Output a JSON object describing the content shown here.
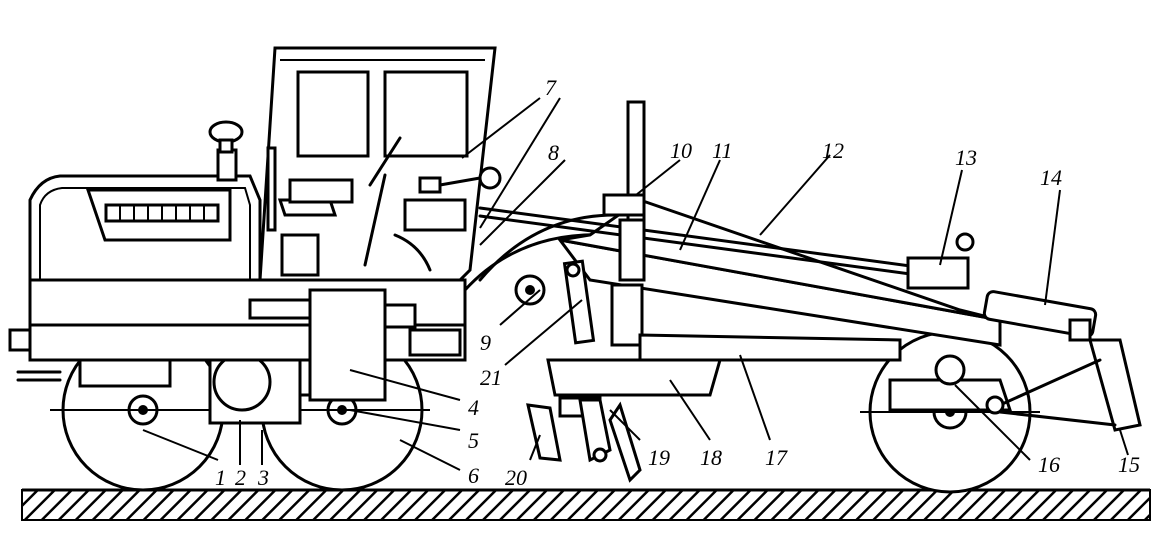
{
  "diagram": {
    "colors": {
      "ink": "#000000",
      "paper": "#ffffff"
    },
    "labels": [
      {
        "id": "1",
        "text": "1"
      },
      {
        "id": "2",
        "text": "2"
      },
      {
        "id": "3",
        "text": "3"
      },
      {
        "id": "4",
        "text": "4"
      },
      {
        "id": "5",
        "text": "5"
      },
      {
        "id": "6",
        "text": "6"
      },
      {
        "id": "7",
        "text": "7"
      },
      {
        "id": "8",
        "text": "8"
      },
      {
        "id": "9",
        "text": "9"
      },
      {
        "id": "10",
        "text": "10"
      },
      {
        "id": "11",
        "text": "11"
      },
      {
        "id": "12",
        "text": "12"
      },
      {
        "id": "13",
        "text": "13"
      },
      {
        "id": "14",
        "text": "14"
      },
      {
        "id": "15",
        "text": "15"
      },
      {
        "id": "16",
        "text": "16"
      },
      {
        "id": "17",
        "text": "17"
      },
      {
        "id": "18",
        "text": "18"
      },
      {
        "id": "19",
        "text": "19"
      },
      {
        "id": "20",
        "text": "20"
      },
      {
        "id": "21",
        "text": "21"
      }
    ]
  }
}
